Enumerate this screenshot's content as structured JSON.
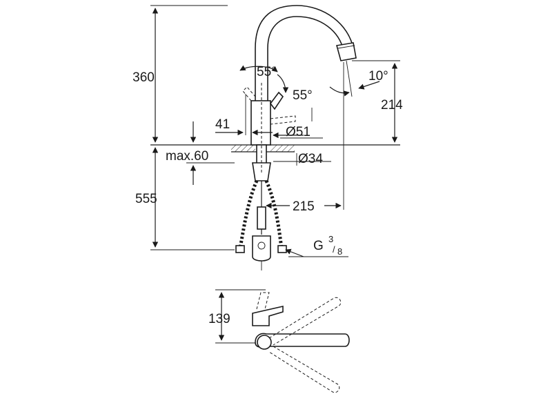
{
  "labels": {
    "height_total": "360",
    "angle_lever_a": "55°",
    "angle_lever_b": "55°",
    "angle_spout": "10°",
    "height_spout": "214",
    "offset_41": "41",
    "diameter_51": "Ø51",
    "max_60": "max.60",
    "diameter_34": "Ø34",
    "length_555": "555",
    "reach_215": "215",
    "thread_g": "G",
    "thread_num": "3",
    "thread_den": "8",
    "top_height": "139"
  },
  "colors": {
    "line": "#1a1a1a",
    "background": "#ffffff"
  }
}
